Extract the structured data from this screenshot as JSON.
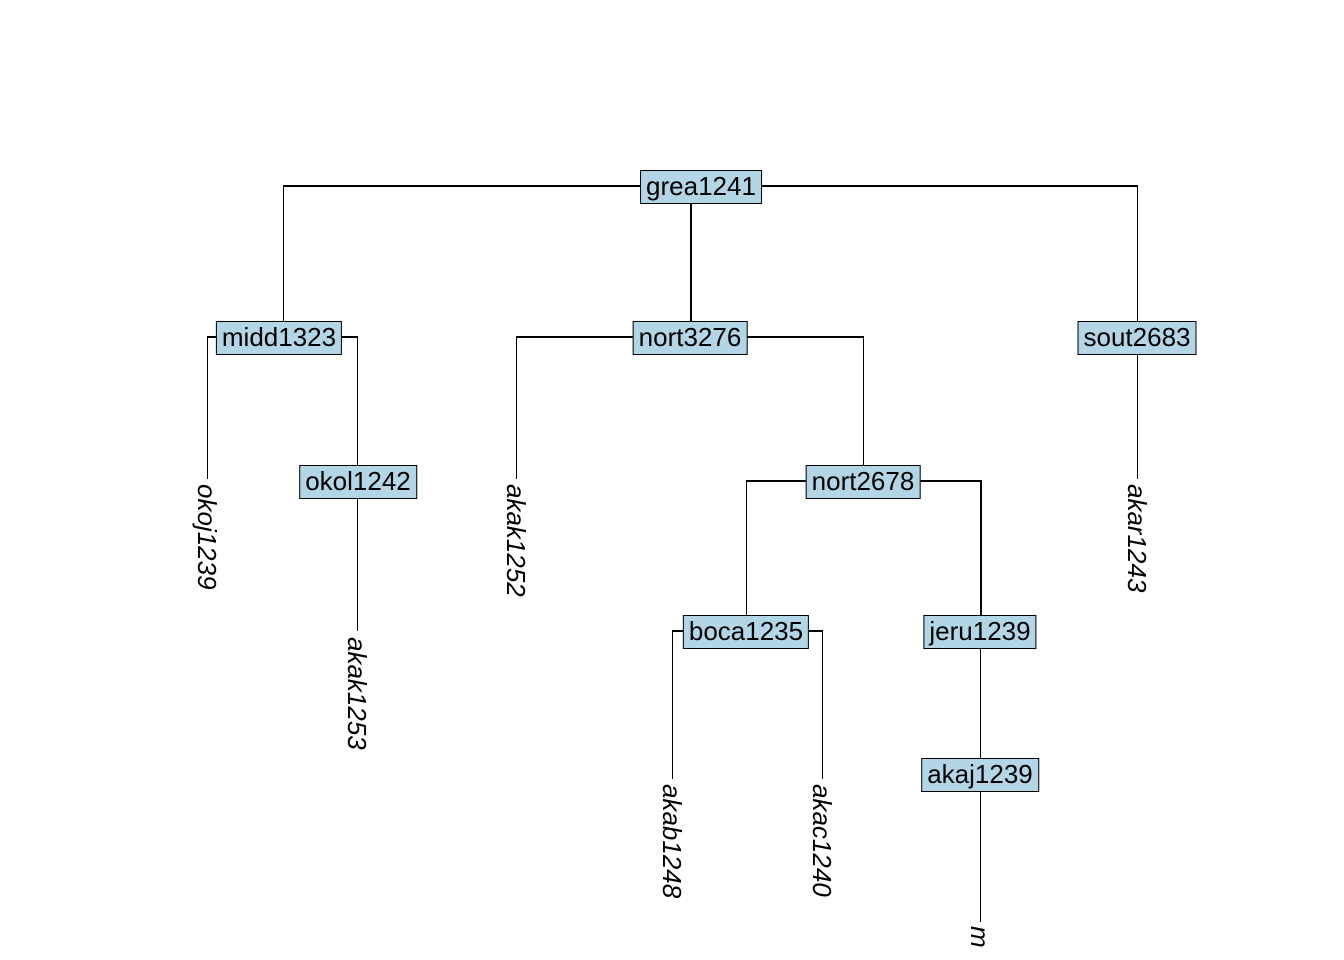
{
  "diagram": {
    "type": "dendrogram-language-tree",
    "node_fill": "#b3d6e6",
    "edge_color": "#000000",
    "internal_nodes": [
      {
        "label": "grea1241"
      },
      {
        "label": "midd1323"
      },
      {
        "label": "nort3276"
      },
      {
        "label": "sout2683"
      },
      {
        "label": "okol1242"
      },
      {
        "label": "nort2678"
      },
      {
        "label": "boca1235"
      },
      {
        "label": "jeru1239"
      },
      {
        "label": "akaj1239"
      }
    ],
    "leaves": [
      {
        "label": "okoj1239"
      },
      {
        "label": "akak1253"
      },
      {
        "label": "akak1252"
      },
      {
        "label": "akab1248"
      },
      {
        "label": "akac1240"
      },
      {
        "label": "akar1243"
      },
      {
        "label": "m"
      }
    ],
    "hierarchy": {
      "grea1241": [
        "midd1323",
        "nort3276",
        "sout2683"
      ],
      "midd1323": [
        "okoj1239",
        "okol1242"
      ],
      "okol1242": [
        "akak1253"
      ],
      "nort3276": [
        "akak1252",
        "nort2678"
      ],
      "nort2678": [
        "boca1235",
        "jeru1239"
      ],
      "boca1235": [
        "akab1248",
        "akac1240"
      ],
      "jeru1239": [
        "akaj1239"
      ],
      "akaj1239": [
        "m"
      ],
      "sout2683": [
        "akar1243"
      ]
    }
  }
}
